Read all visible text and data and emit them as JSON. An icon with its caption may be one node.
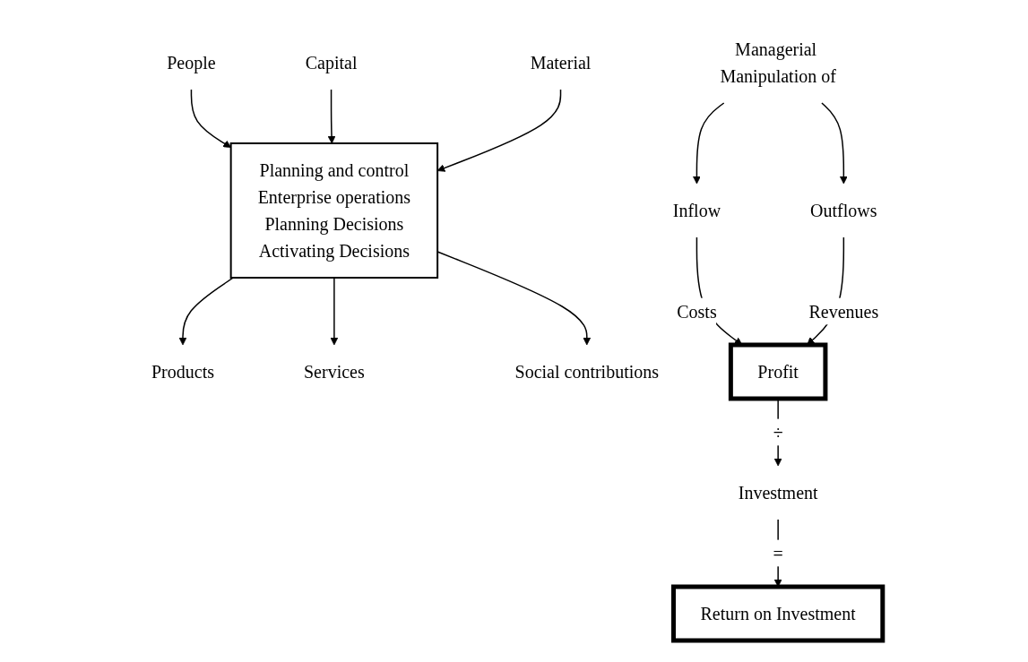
{
  "diagram": {
    "nodes": [
      {
        "text": [
          "Managerial Manipulation of"
        ]
      },
      {
        "text": [
          "Inflow"
        ]
      },
      {
        "text": [
          "Outflows"
        ]
      },
      {
        "text": [
          "People"
        ]
      },
      {
        "text": [
          "Capital"
        ]
      },
      {
        "text": [
          "Material"
        ]
      },
      {
        "text": [
          "Planning and control",
          "Enterprise operations",
          "Planning Decisions",
          "Activating Decisions"
        ]
      },
      {
        "text": [
          "Products"
        ]
      },
      {
        "text": [
          "Services"
        ]
      },
      {
        "text": [
          "Social contributions"
        ]
      },
      {
        "text": [
          "Profit"
        ]
      },
      {
        "text": [
          "Investment"
        ]
      },
      {
        "text": [
          "Return on Investment"
        ]
      }
    ],
    "edges": [
      {
        "from": 0,
        "to": 1,
        "arrow": "to"
      },
      {
        "from": 0,
        "to": 2,
        "arrow": "to"
      },
      {
        "from": 3,
        "to": 6,
        "arrow": "to"
      },
      {
        "from": 4,
        "to": 6,
        "arrow": "to"
      },
      {
        "from": 5,
        "to": 6,
        "arrow": "to"
      },
      {
        "from": 6,
        "to": 7,
        "arrow": "to"
      },
      {
        "from": 6,
        "to": 8,
        "arrow": "to"
      },
      {
        "from": 6,
        "to": 9,
        "arrow": "to"
      },
      {
        "from": 1,
        "to": 10,
        "arrow": "to",
        "label": "Costs"
      },
      {
        "from": 2,
        "to": 10,
        "arrow": "to",
        "label": "Revenues"
      },
      {
        "from": 10,
        "to": 11,
        "arrow": "to",
        "label": "÷"
      },
      {
        "from": 11,
        "to": 12,
        "arrow": "to",
        "label": "="
      }
    ]
  }
}
